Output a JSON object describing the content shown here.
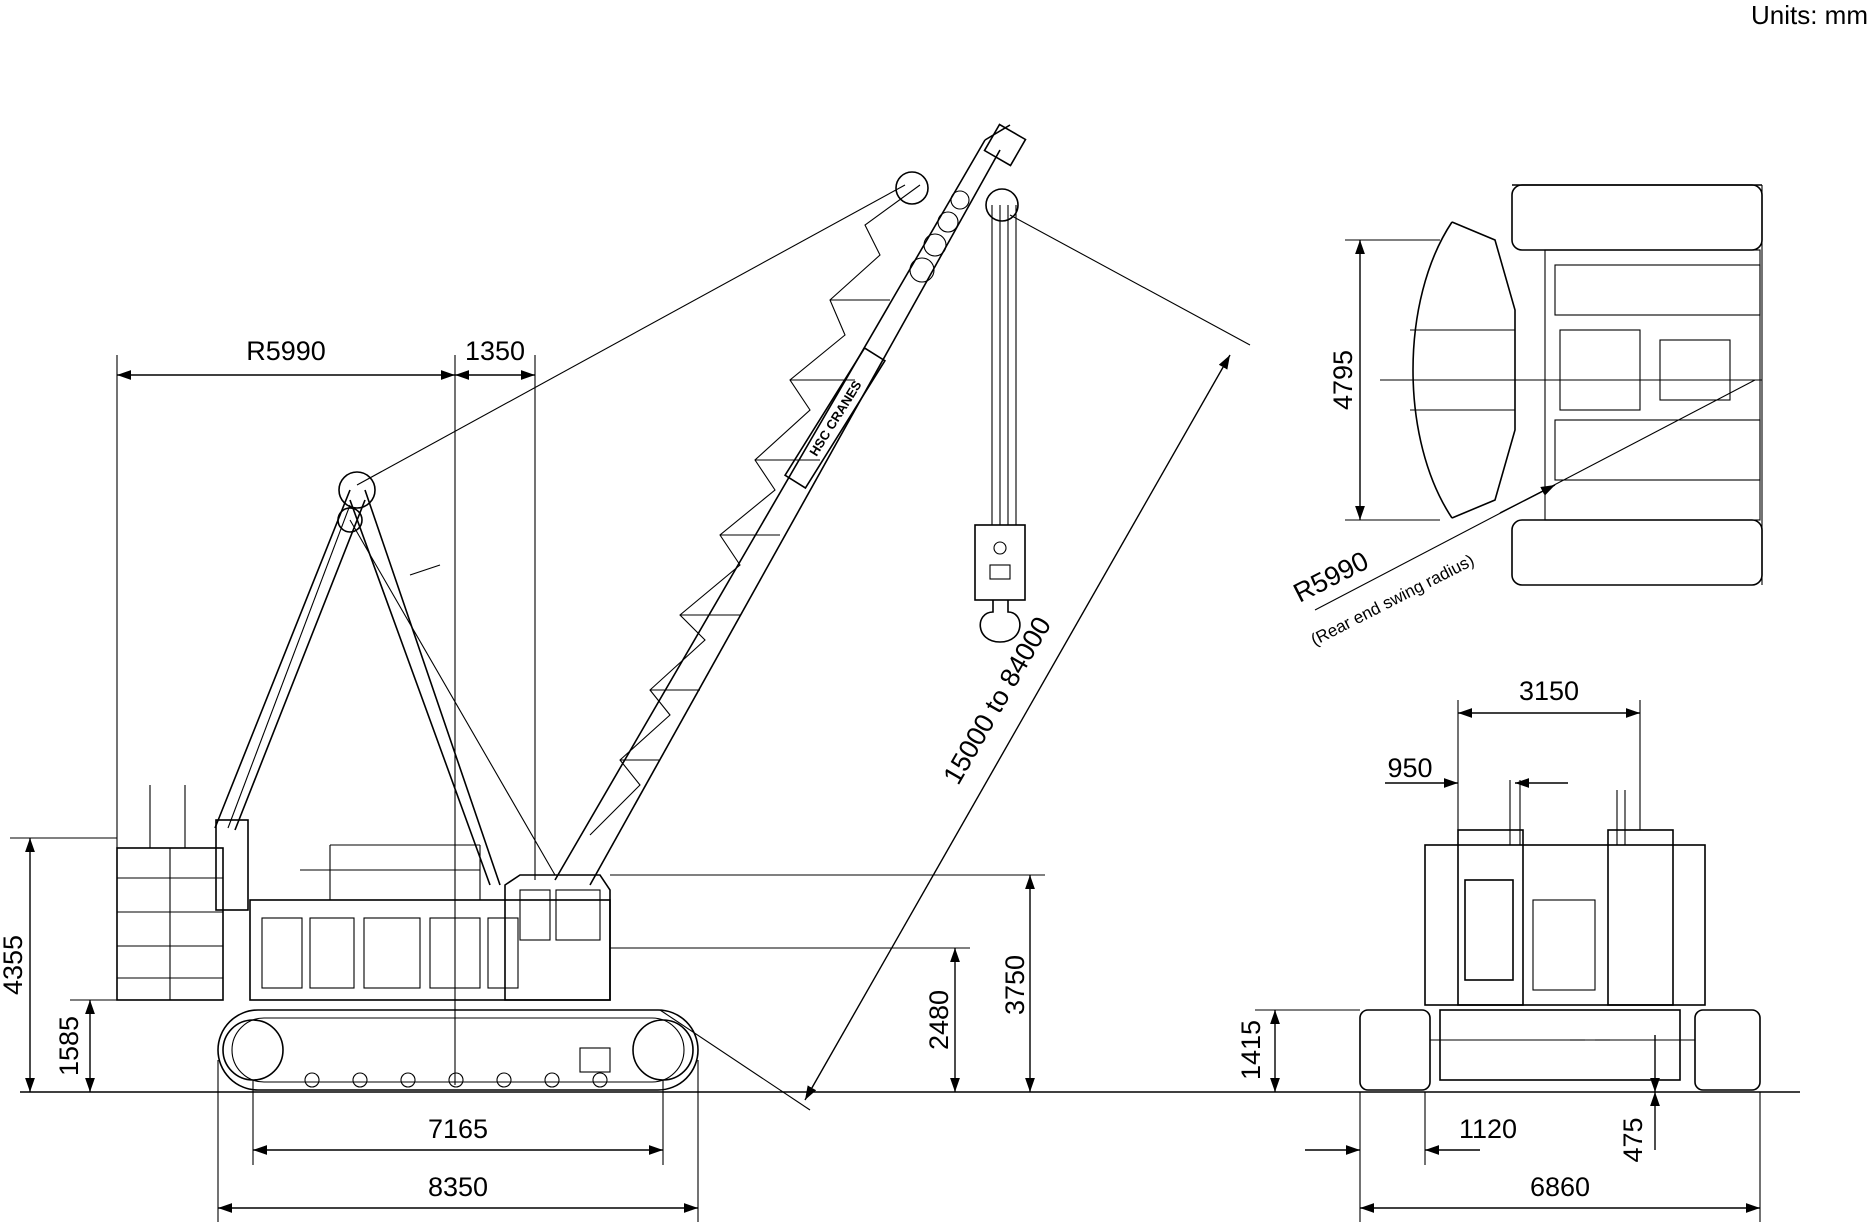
{
  "units_label": "Units: mm",
  "side_view": {
    "tail_radius": "R5990",
    "offset": "1350",
    "boom_length": "15000 to 84000",
    "overall_height": "4355",
    "counterweight_clearance": "1585",
    "cab_height": "3750",
    "boom_foot_height": "2480",
    "tumbler_distance": "7165",
    "crawler_length": "8350",
    "logo_text": "HSC CRANES"
  },
  "top_view": {
    "width": "4795",
    "swing_radius": "R5990",
    "swing_radius_note": "(Rear end swing radius)"
  },
  "rear_view": {
    "upper_width": "3150",
    "cab_offset": "950",
    "crawler_height": "1415",
    "shoe_width": "1120",
    "ground_clearance": "475",
    "extended_gauge": "6860"
  }
}
